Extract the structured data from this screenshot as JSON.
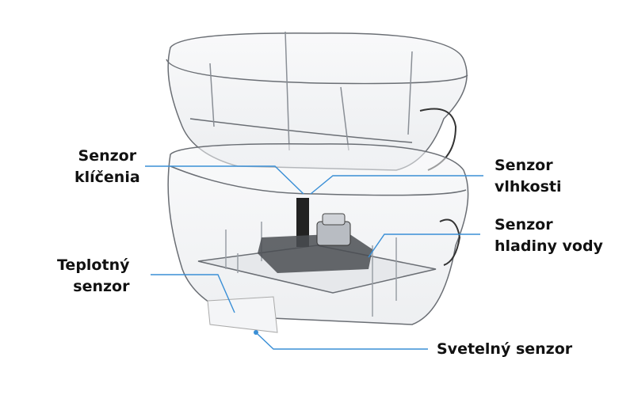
{
  "labels": {
    "germination": {
      "line1": "Senzor",
      "line2": "klíčenia"
    },
    "humidity": {
      "line1": "Senzor",
      "line2": "vlhkosti"
    },
    "water_level": {
      "line1": "Senzor",
      "line2": "hladiny vody"
    },
    "temperature": {
      "line1": "Teplotný",
      "line2": "senzor"
    },
    "light": {
      "line1": "Svetelný senzor"
    }
  },
  "colors": {
    "leader_line": "#3a8fd6",
    "text": "#111111"
  }
}
